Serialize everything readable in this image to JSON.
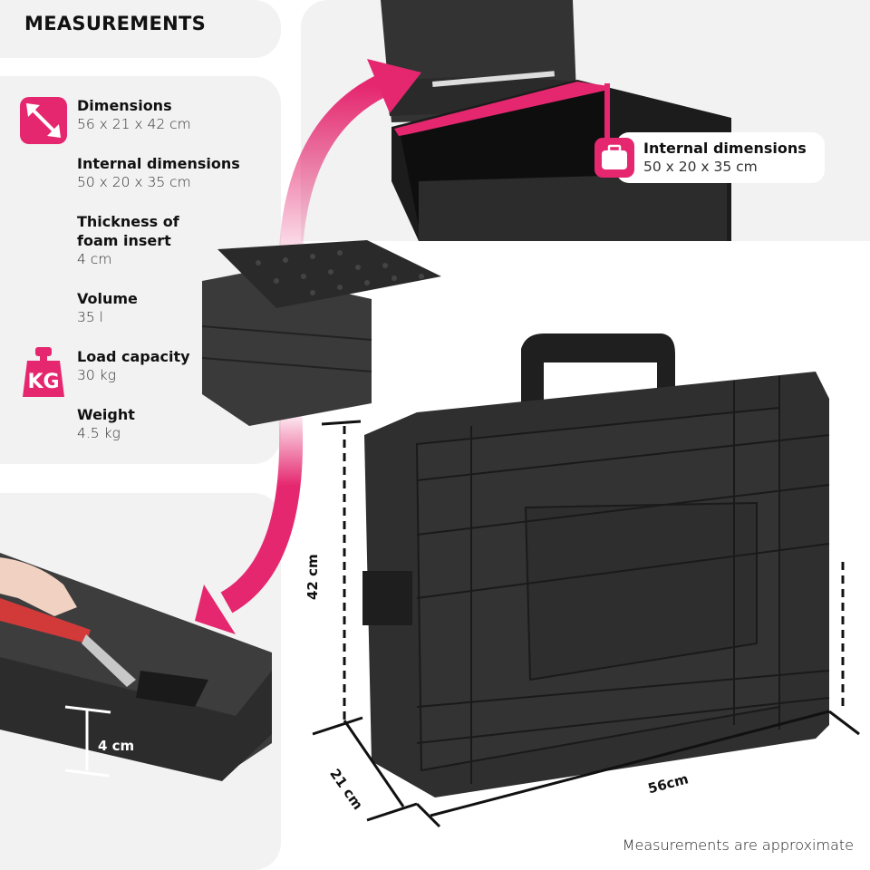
{
  "header": {
    "title": "MEASUREMENTS"
  },
  "specs": [
    {
      "label": "Dimensions",
      "value": "56 x 21 x 42 cm",
      "icon": "double-arrow-icon"
    },
    {
      "label": "Internal dimensions",
      "value": "50 x 20 x 35 cm"
    },
    {
      "label": "Thickness of",
      "label2": "foam insert",
      "value": "4 cm"
    },
    {
      "label": "Volume",
      "value": "35 l"
    },
    {
      "label": "Load capacity",
      "value": "30 kg",
      "icon": "kg-weight-icon",
      "icon_text": "KG"
    },
    {
      "label": "Weight",
      "value": "4.5 kg"
    }
  ],
  "callout": {
    "label": "Internal dimensions",
    "value": "50 x 20 x 35 cm",
    "icon": "suitcase-icon"
  },
  "foam": {
    "thickness_label": "4 cm"
  },
  "case_dimensions": {
    "height": "42 cm",
    "depth": "21 cm",
    "width": "56cm"
  },
  "footer": {
    "note": "Measurements are approximate"
  },
  "colors": {
    "accent": "#e5276f",
    "panel": "#f2f2f2",
    "case": "#2f2f2f",
    "foam": "#3a3a3a"
  }
}
